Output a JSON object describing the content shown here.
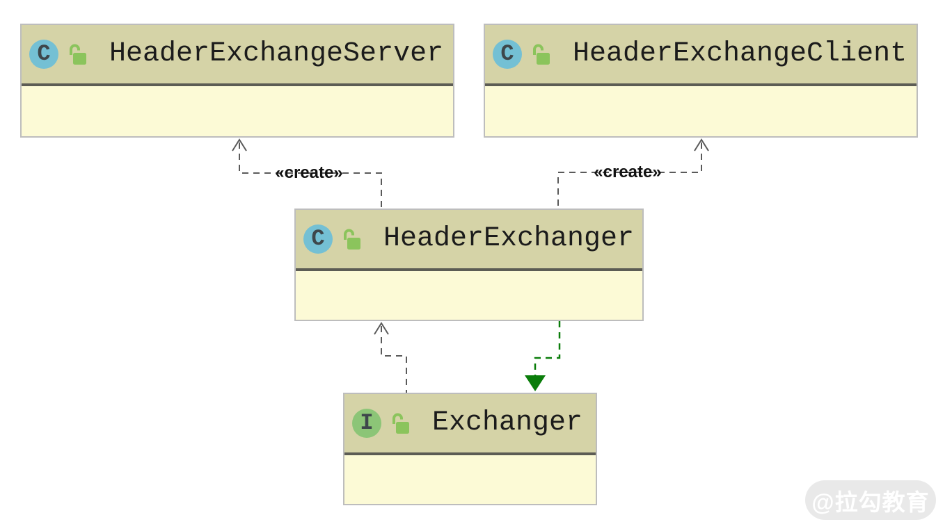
{
  "diagram": {
    "nodes": [
      {
        "name": "HeaderExchangeServer",
        "kind": "class",
        "badge_letter": "C",
        "modifier": "public-unlocked"
      },
      {
        "name": "HeaderExchangeClient",
        "kind": "class",
        "badge_letter": "C",
        "modifier": "public-unlocked"
      },
      {
        "name": "HeaderExchanger",
        "kind": "class",
        "badge_letter": "C",
        "modifier": "public-unlocked"
      },
      {
        "name": "Exchanger",
        "kind": "interface",
        "badge_letter": "I",
        "modifier": "public-unlocked"
      }
    ],
    "edges": [
      {
        "from": "HeaderExchanger",
        "to": "HeaderExchangeServer",
        "kind": "create-dependency",
        "label": "«create»"
      },
      {
        "from": "HeaderExchanger",
        "to": "HeaderExchangeClient",
        "kind": "create-dependency",
        "label": "«create»"
      },
      {
        "from": "Exchanger",
        "to": "HeaderExchanger",
        "kind": "dependency",
        "label": ""
      },
      {
        "from": "HeaderExchanger",
        "to": "Exchanger",
        "kind": "realization",
        "label": ""
      }
    ],
    "colors": {
      "node_header": "#d5d3a7",
      "node_body": "#fcfad6",
      "node_separator": "#5c5c54",
      "node_border": "#bdbdbd",
      "class_badge": "#74c0d4",
      "interface_badge": "#8cc577",
      "lock_green": "#8bc45c",
      "edge_gray": "#5a5a5a",
      "edge_green": "#0a7d0a",
      "canvas": "#ffffff"
    }
  },
  "watermark": {
    "text": "@拉勾教育"
  }
}
